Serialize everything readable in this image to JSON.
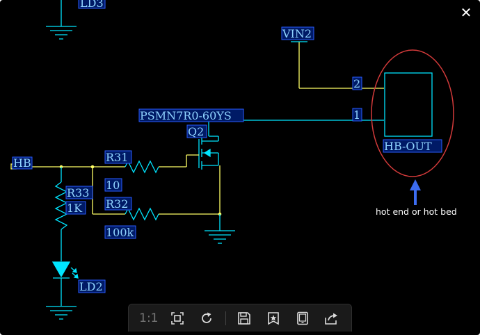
{
  "viewer": {
    "close_icon": "close-icon",
    "toolbar": {
      "ratio_label": "1:1",
      "icons": [
        "fit-screen-icon",
        "rotate-icon",
        "save-icon",
        "favorite-icon",
        "tablet-icon",
        "share-icon"
      ]
    }
  },
  "schematic": {
    "labels": {
      "ld3": "LD3",
      "vin2": "VIN2",
      "pin2": "2",
      "pin1": "1",
      "hb_out": "HB-OUT",
      "mosfet_part": "PSMN7R0-60YS",
      "q2": "Q2",
      "hb": "HB",
      "r31": "R31",
      "r31_value": "10",
      "r33": "R33",
      "r33_value": "1K",
      "r32": "R32",
      "r32_value": "100k",
      "ld2": "LD2"
    },
    "annotation": "hot end or hot bed",
    "colors": {
      "wire": "#ffff66",
      "component": "#00e5ff",
      "label_text": "#8fd3ff",
      "highlight_circle": "#d23a3a",
      "arrow": "#3c6cf0"
    }
  }
}
